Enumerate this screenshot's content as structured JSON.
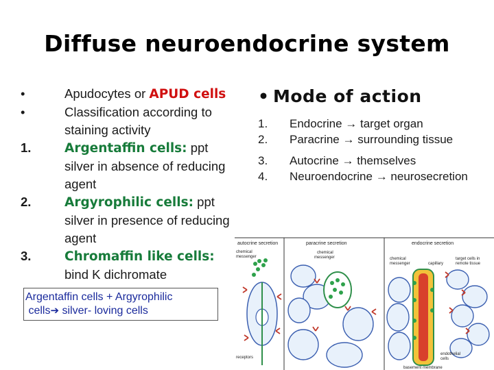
{
  "slide": {
    "title": "Diffuse neuroendocrine system"
  },
  "left_list": {
    "items": [
      {
        "marker": "•",
        "text": "Apudocytes or ",
        "highlight": "APUD cells",
        "highlight_color": "#d01010",
        "rest": ""
      },
      {
        "marker": "•",
        "text": "Classification according to staining activity",
        "highlight": "",
        "rest": ""
      },
      {
        "marker": "1.",
        "text": "",
        "highlight": "Argentaffin cells:",
        "highlight_color": "#177b3a",
        "rest": " ppt silver in absence of reducing agent"
      },
      {
        "marker": "2.",
        "text": "",
        "highlight": "Argyrophilic cells:",
        "highlight_color": "#177b3a",
        "rest": " ppt silver in presence of reducing agent"
      },
      {
        "marker": "3.",
        "text": "",
        "highlight": "Chromaffin like cells:",
        "highlight_color": "#177b3a",
        "rest": " bind K dichromate"
      }
    ]
  },
  "note_box": {
    "line1": "Argentaffin cells + Argyrophilic",
    "line2_before": "cells",
    "arrow": "➔",
    "line2_after": " silver- loving cells",
    "color": "#1a2a9c"
  },
  "mode_of_action": {
    "heading": "Mode of action",
    "items": [
      {
        "num": "1.",
        "text": "Endocrine → target organ"
      },
      {
        "num": "2.",
        "text": "Paracrine → surrounding tissue"
      },
      {
        "num": "3.",
        "text": "Autocrine → themselves"
      },
      {
        "num": "4.",
        "text": "Neuroendocrine → neurosecretion"
      }
    ]
  },
  "diagram": {
    "panels": {
      "autocrine": "autocrine secretion",
      "paracrine": "paracrine secretion",
      "endocrine": "endocrine secretion"
    },
    "labels": {
      "chem1": "chemical",
      "chem1b": "messenger",
      "chem2": "chemical",
      "chem2b": "messenger",
      "chem3": "chemical",
      "chem3b": "messenger",
      "capillary": "capillary",
      "target1": "target cells in",
      "target2": "remote tissue",
      "receptors": "receptors",
      "endo1": "endothelial",
      "endo2": "cells",
      "basement": "basement membrane"
    },
    "colors": {
      "cell_fill": "#e8f1fb",
      "cell_stroke": "#3b5fb0",
      "secreting_cell": "#2f8f4a",
      "granule": "#2ea14b",
      "receptor": "#c0392b",
      "capillary_red": "#d8412c",
      "capillary_yellow": "#f2c23a"
    }
  }
}
